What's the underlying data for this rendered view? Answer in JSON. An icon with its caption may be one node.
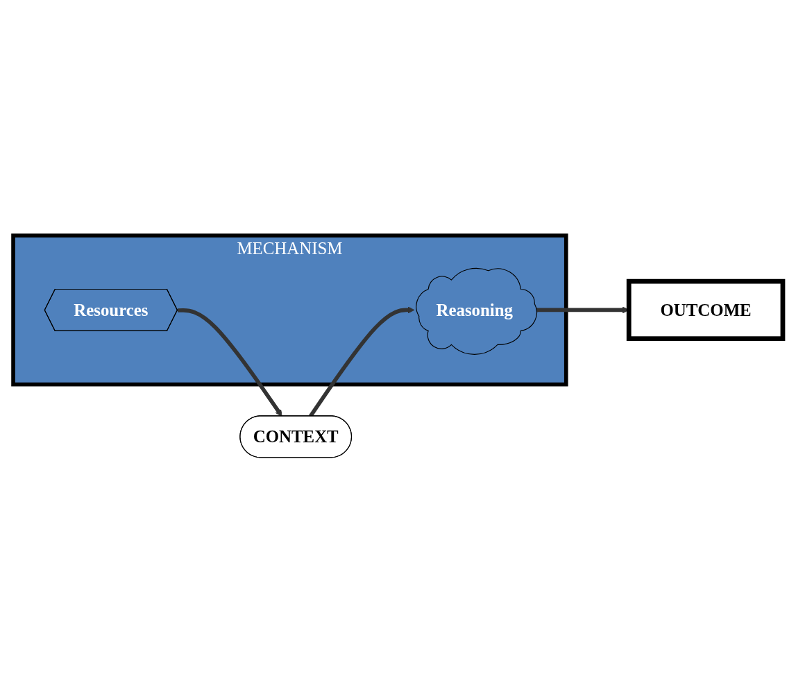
{
  "diagram": {
    "nodes": [
      {
        "text": [
          "CONTEXT"
        ]
      },
      {
        "text": [
          "MECHANISM"
        ]
      },
      {
        "text": [
          "Resources"
        ],
        "in": 1
      },
      {
        "text": [
          "Reasoning"
        ],
        "in": 1
      },
      {
        "text": [
          "OUTCOME"
        ]
      }
    ],
    "edges": [
      {
        "from": 2,
        "to": 0,
        "arrow": "to"
      },
      {
        "from": 0,
        "to": 3,
        "arrow": "to"
      },
      {
        "from": 3,
        "to": 4,
        "arrow": "to"
      }
    ]
  }
}
